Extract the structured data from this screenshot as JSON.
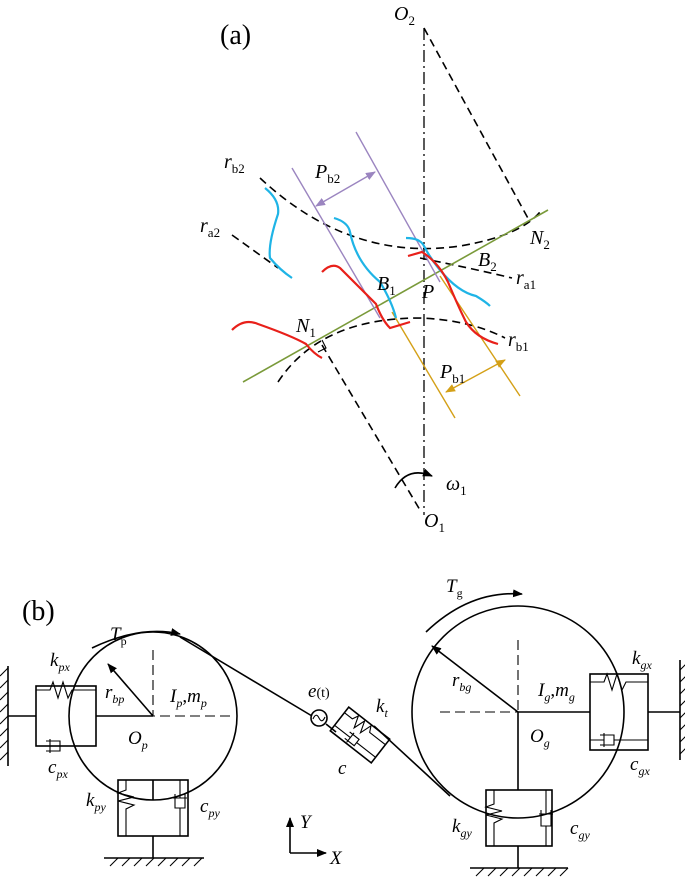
{
  "colors": {
    "tooth_pinion": "#e8201a",
    "tooth_gear": "#1fb4e6",
    "line_of_action": "#7a9a3a",
    "pitch_pb2": "#9b85c0",
    "pitch_pb1": "#d4a017",
    "ink": "#000000"
  },
  "panel_a": {
    "label": "(a)",
    "o2_main": "O",
    "o2_sub": "2",
    "o1_main": "O",
    "o1_sub": "1",
    "n1_main": "N",
    "n1_sub": "1",
    "n2_main": "N",
    "n2_sub": "2",
    "b1_main": "B",
    "b1_sub": "1",
    "b2_main": "B",
    "b2_sub": "2",
    "p": "P",
    "pb2_main": "P",
    "pb2_sub": "b2",
    "pb1_main": "P",
    "pb1_sub": "b1",
    "rb2_main": "r",
    "rb2_sub": "b2",
    "ra2_main": "r",
    "ra2_sub": "a2",
    "ra1_main": "r",
    "ra1_sub": "a1",
    "rb1_main": "r",
    "rb1_sub": "b1",
    "omega_main": "ω",
    "omega_sub": "1"
  },
  "panel_b": {
    "label": "(b)",
    "tp_main": "T",
    "tp_sub": "p",
    "tg_main": "T",
    "tg_sub": "g",
    "kpx_main": "k",
    "kpx_sub": "px",
    "cpx_main": "c",
    "cpx_sub": "px",
    "kpy_main": "k",
    "kpy_sub": "py",
    "cpy_main": "c",
    "cpy_sub": "py",
    "rbp_main": "r",
    "rbp_sub": "bp",
    "ip_main": "I",
    "ip_sub": "p",
    "ip_sep": ",",
    "mp_main": "m",
    "mp_sub": "p",
    "op_main": "O",
    "op_sub": "p",
    "e_main": "e",
    "e_arg": "(t)",
    "kt_main": "k",
    "kt_sub": "t",
    "c_label": "c",
    "rbg_main": "r",
    "rbg_sub": "bg",
    "ig_main": "I",
    "ig_sub": "g",
    "ig_sep": ",",
    "mg_main": "m",
    "mg_sub": "g",
    "og_main": "O",
    "og_sub": "g",
    "kgx_main": "k",
    "kgx_sub": "gx",
    "cgx_main": "c",
    "cgx_sub": "gx",
    "kgy_main": "k",
    "kgy_sub": "gy",
    "cgy_main": "c",
    "cgy_sub": "gy",
    "y_axis": "Y",
    "x_axis": "X"
  }
}
